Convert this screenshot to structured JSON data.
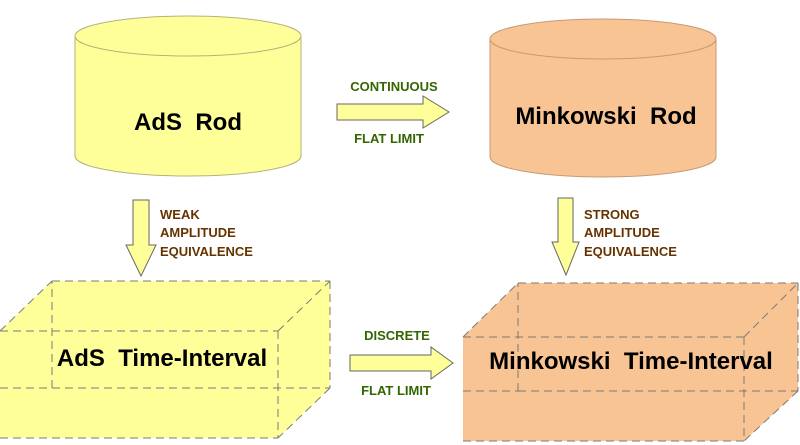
{
  "nodes": {
    "ads_rod": {
      "label": "AdS  Rod",
      "fill": "#ffff99",
      "stroke": "#b3b37a"
    },
    "minkowski_rod": {
      "label": "Minkowski  Rod",
      "fill": "#f9c494",
      "stroke": "#c69a74"
    },
    "ads_interval": {
      "label": "AdS  Time-Interval",
      "fill": "#ffff99",
      "stroke": "#7a7a7a"
    },
    "minkowski_interval": {
      "label": "Minkowski  Time-Interval",
      "fill": "#f9c494",
      "stroke": "#7a7a7a"
    }
  },
  "edges": {
    "continuous_flat": {
      "top_label": "CONTINUOUS",
      "bottom_label": "FLAT LIMIT",
      "color": "#336600"
    },
    "weak_equiv": {
      "lines": [
        "WEAK",
        "AMPLITUDE",
        "EQUIVALENCE"
      ],
      "color": "#663300"
    },
    "strong_equiv": {
      "lines": [
        "STRONG",
        "AMPLITUDE",
        "EQUIVALENCE"
      ],
      "color": "#663300"
    },
    "discrete_flat": {
      "top_label": "DISCRETE",
      "bottom_label": "FLAT LIMIT",
      "color": "#336600"
    }
  },
  "colors": {
    "arrow_fill": "#ffff99",
    "arrow_stroke": "#666666",
    "yellow": "#ffff99",
    "orange": "#f9c494"
  }
}
